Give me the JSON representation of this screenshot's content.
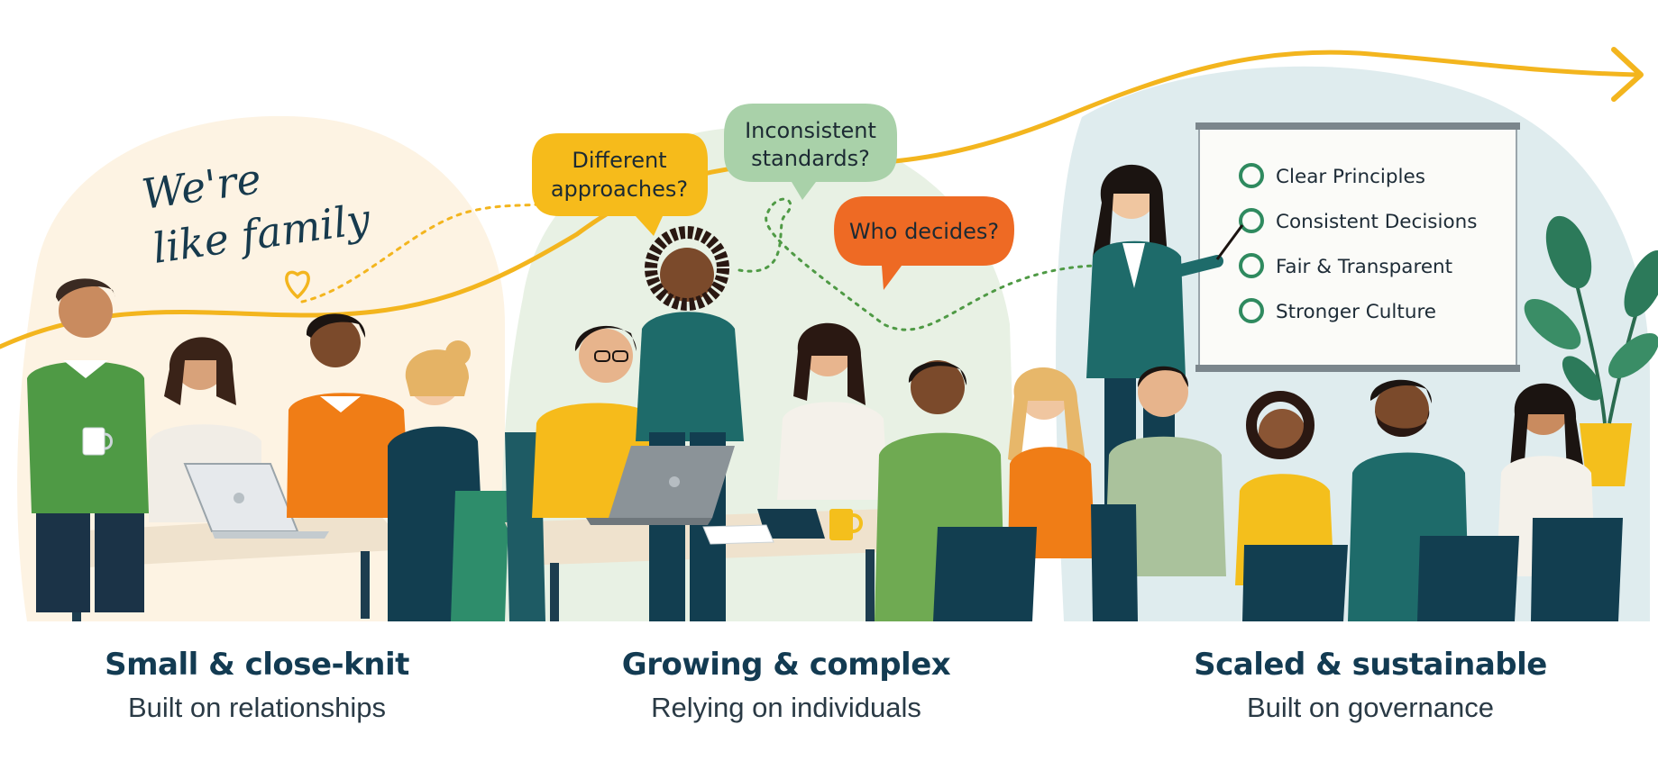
{
  "colors": {
    "navy": "#133b52",
    "teal": "#1f6b6a",
    "green": "#4f9a45",
    "orange": "#f07d16",
    "yellow": "#f4bf1c",
    "red_orange": "#ee6a24",
    "sage": "#a9d1a9",
    "path_yellow": "#f3b51e"
  },
  "handwriting": {
    "line1": "We're",
    "line2": "like family"
  },
  "bubbles": {
    "different": {
      "line1": "Different",
      "line2": "approaches?"
    },
    "inconsistent": {
      "line1": "Inconsistent",
      "line2": "standards?"
    },
    "who": {
      "text": "Who decides?"
    }
  },
  "board": {
    "items": [
      "Clear Principles",
      "Consistent Decisions",
      "Fair & Transparent",
      "Stronger Culture"
    ]
  },
  "stages": [
    {
      "title": "Small & close-knit",
      "subtitle": "Built on relationships"
    },
    {
      "title": "Growing & complex",
      "subtitle": "Relying on individuals"
    },
    {
      "title": "Scaled & sustainable",
      "subtitle": "Built on governance"
    }
  ],
  "icons": [
    "heart-icon",
    "arrow-right-icon",
    "check-circle-icon",
    "laptop-icon",
    "coffee-mug-icon",
    "plant-icon"
  ]
}
